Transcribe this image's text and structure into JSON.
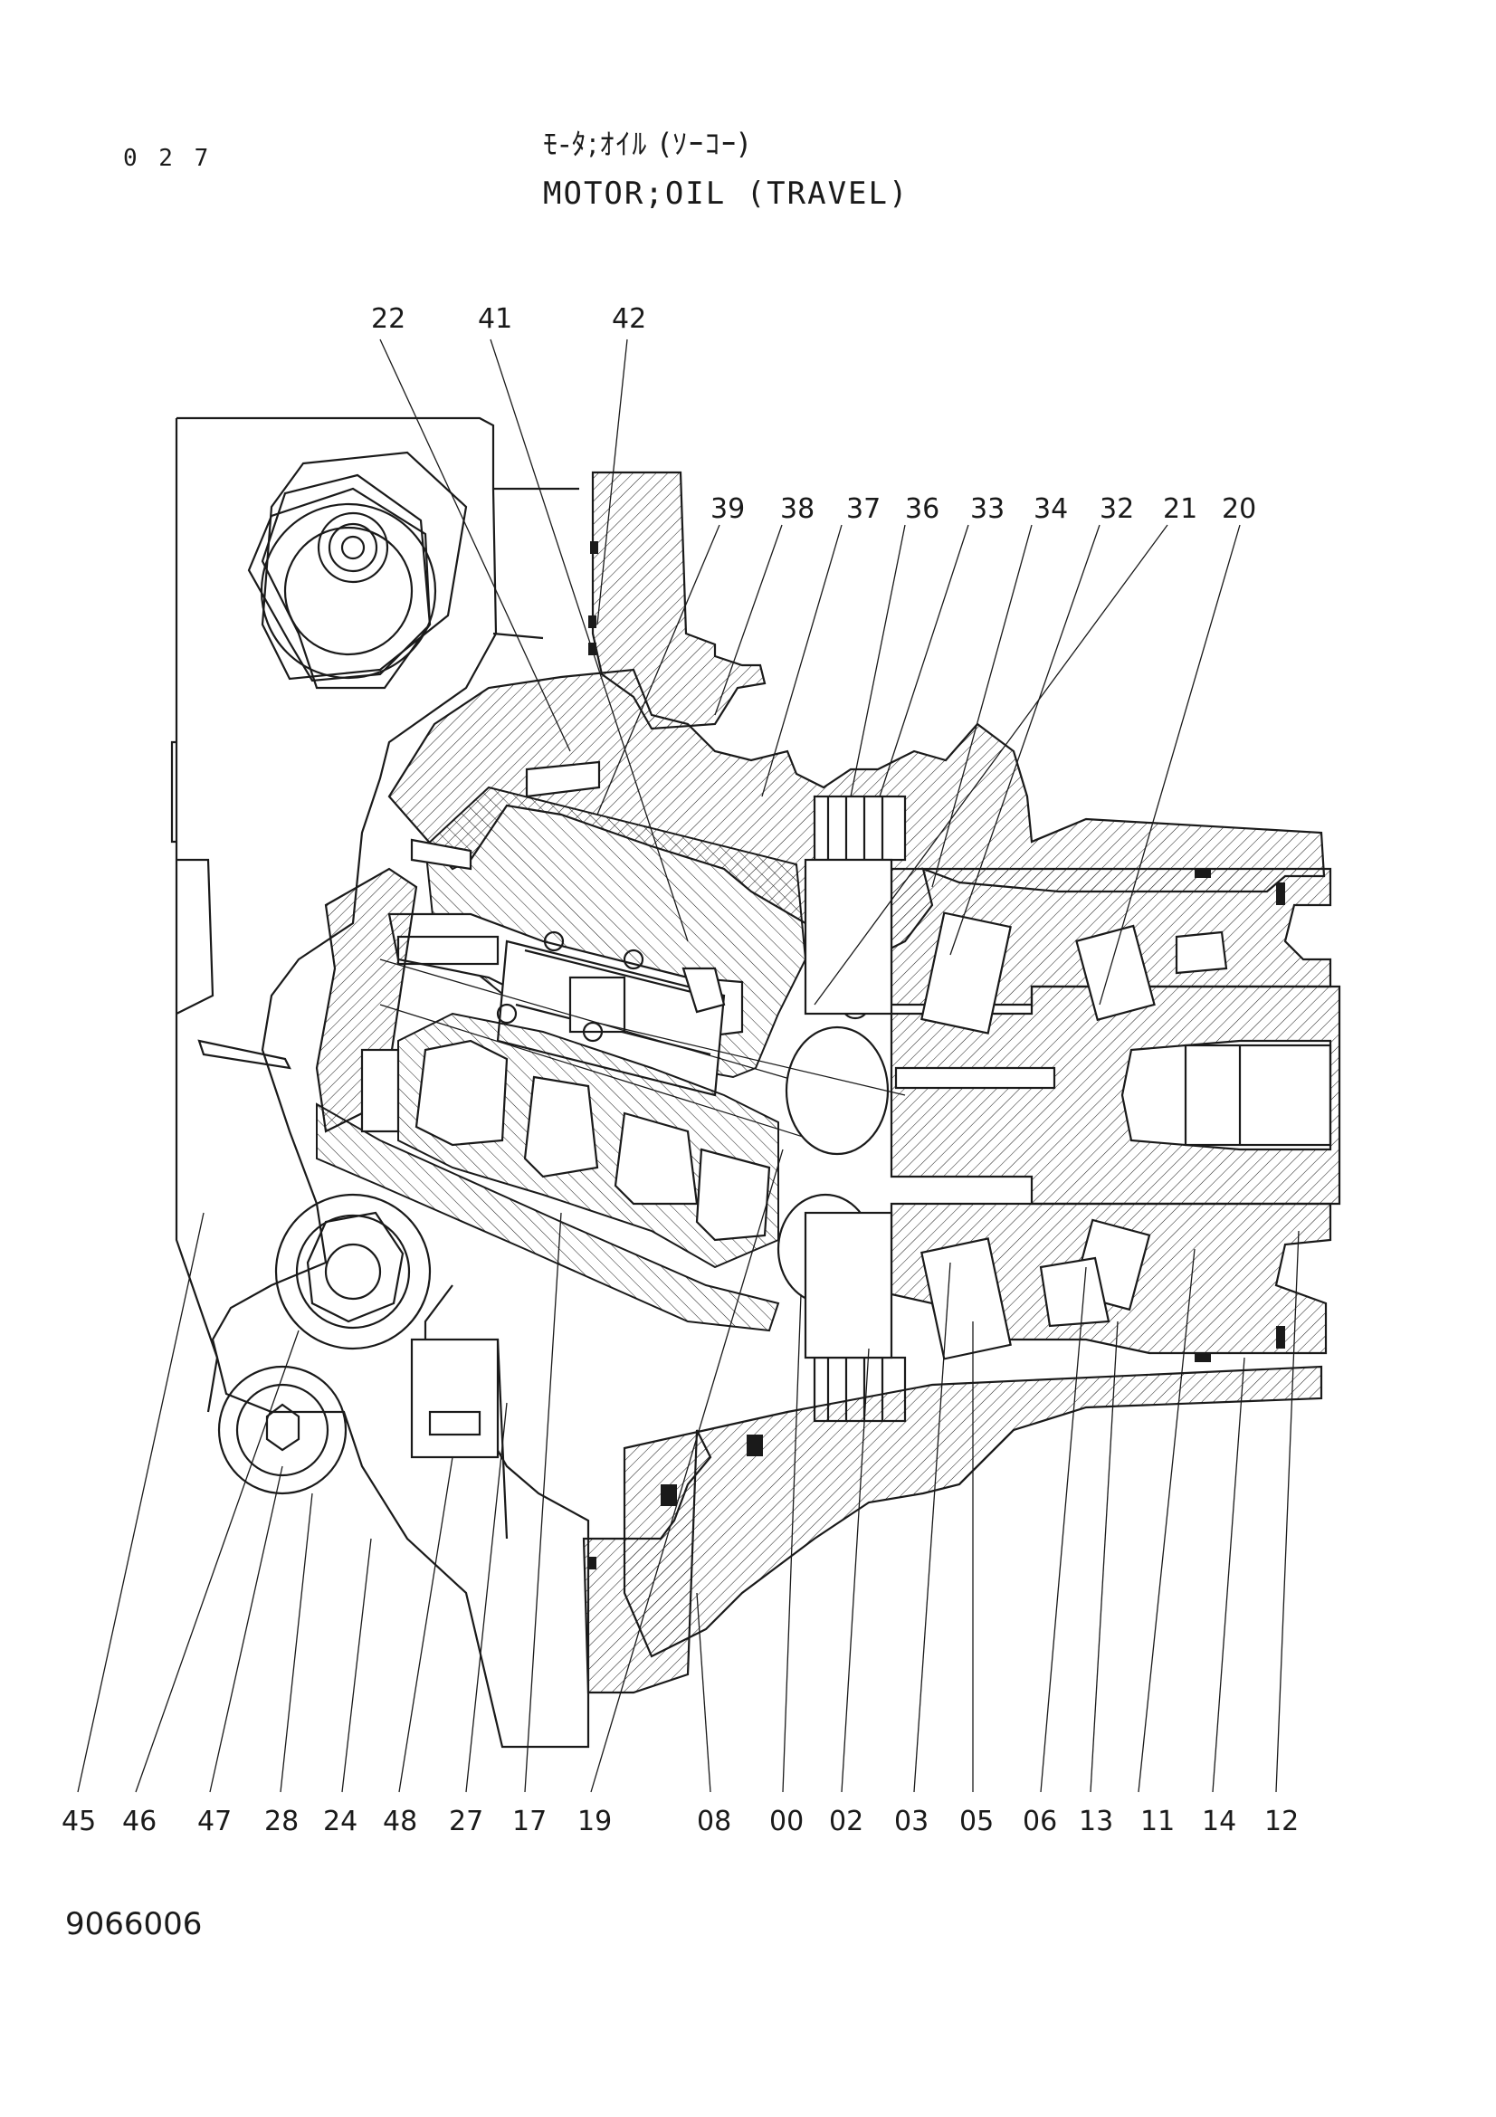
{
  "page_number": "0 2 7",
  "title_jp": "ﾓ-ﾀ;ｵｲﾙ (ｿｰｺｰ)",
  "title_en": "MOTOR;OIL (TRAVEL)",
  "drawing_number": "9066006",
  "callouts_top": [
    "22",
    "41",
    "42"
  ],
  "callouts_right": [
    "39",
    "38",
    "37",
    "36",
    "33",
    "34",
    "32",
    "21",
    "20"
  ],
  "callouts_bottom": [
    "45",
    "46",
    "47",
    "28",
    "24",
    "48",
    "27",
    "17",
    "19",
    "08",
    "00",
    "02",
    "03",
    "05",
    "06",
    "13",
    "11",
    "14",
    "12"
  ]
}
